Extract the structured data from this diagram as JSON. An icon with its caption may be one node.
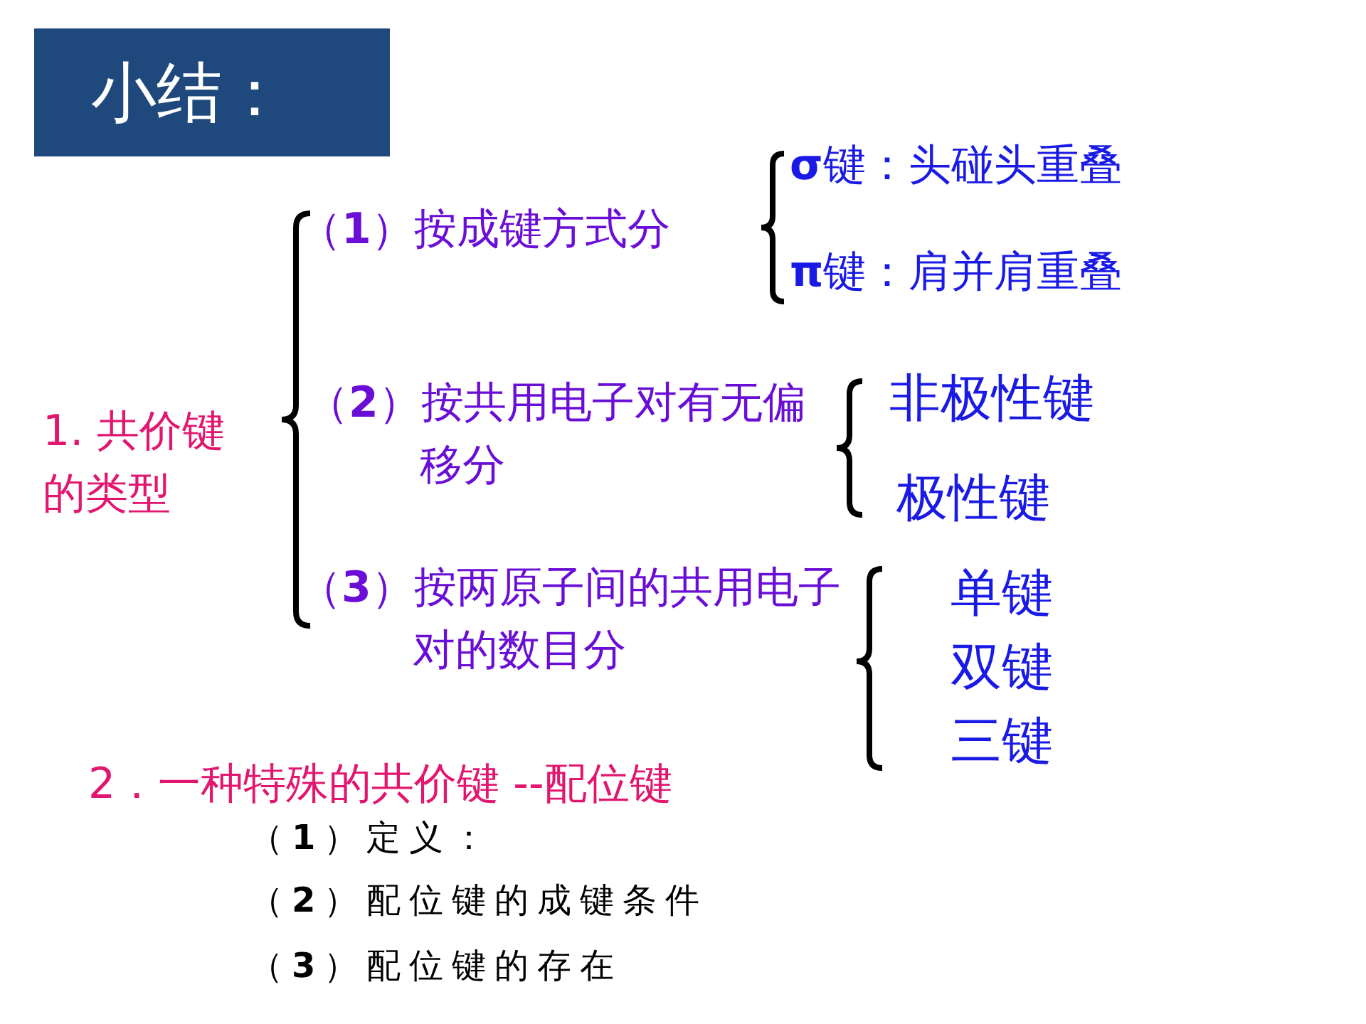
{
  "diagram": {
    "title": "小结：",
    "labels": [
      "1. 共价键的类型",
      "（**1**）按成键方式分",
      "**σ**键：头碰头重叠",
      "**π**键：肩并肩重叠",
      "（**2**）按共用电子对有无偏移分",
      "非极性键",
      "极性键",
      "（**3**）按两原子间的共用电子对的数目分",
      "单键",
      "双键",
      "三键",
      "2．一种特殊的共价键 --配位键",
      "（**1**）定义：",
      "（**2**）配位键的成键条件",
      "（**3**）配位键的存在"
    ]
  }
}
